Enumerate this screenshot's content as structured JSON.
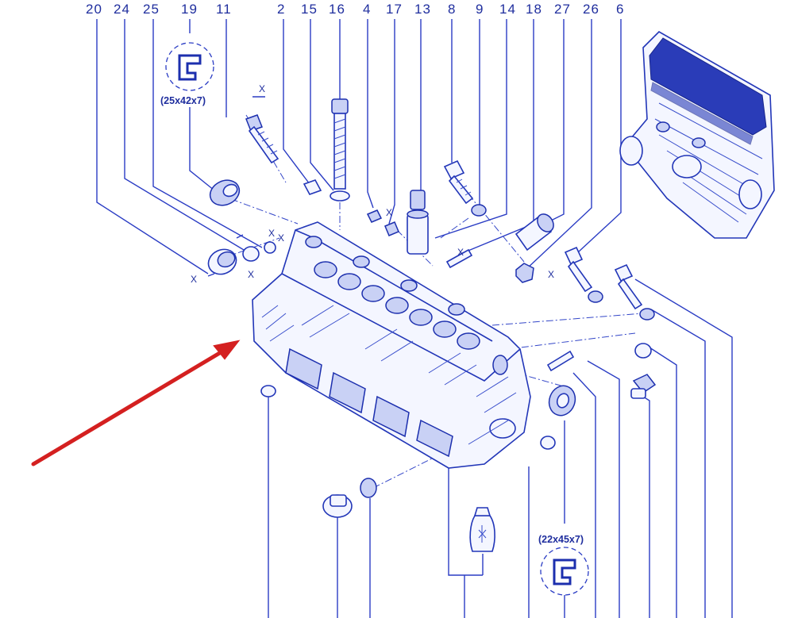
{
  "callouts": [
    "20",
    "24",
    "25",
    "19",
    "11",
    "2",
    "15",
    "16",
    "4",
    "17",
    "13",
    "8",
    "9",
    "14",
    "18",
    "27",
    "26",
    "6"
  ],
  "dimensions": {
    "seal_top": "(25x42x7)",
    "seal_bottom": "(22x45x7)"
  },
  "x_marker": "X",
  "colors": {
    "line": "#2a3cc4",
    "text": "#1f2e9e",
    "arrow": "#d42020"
  }
}
